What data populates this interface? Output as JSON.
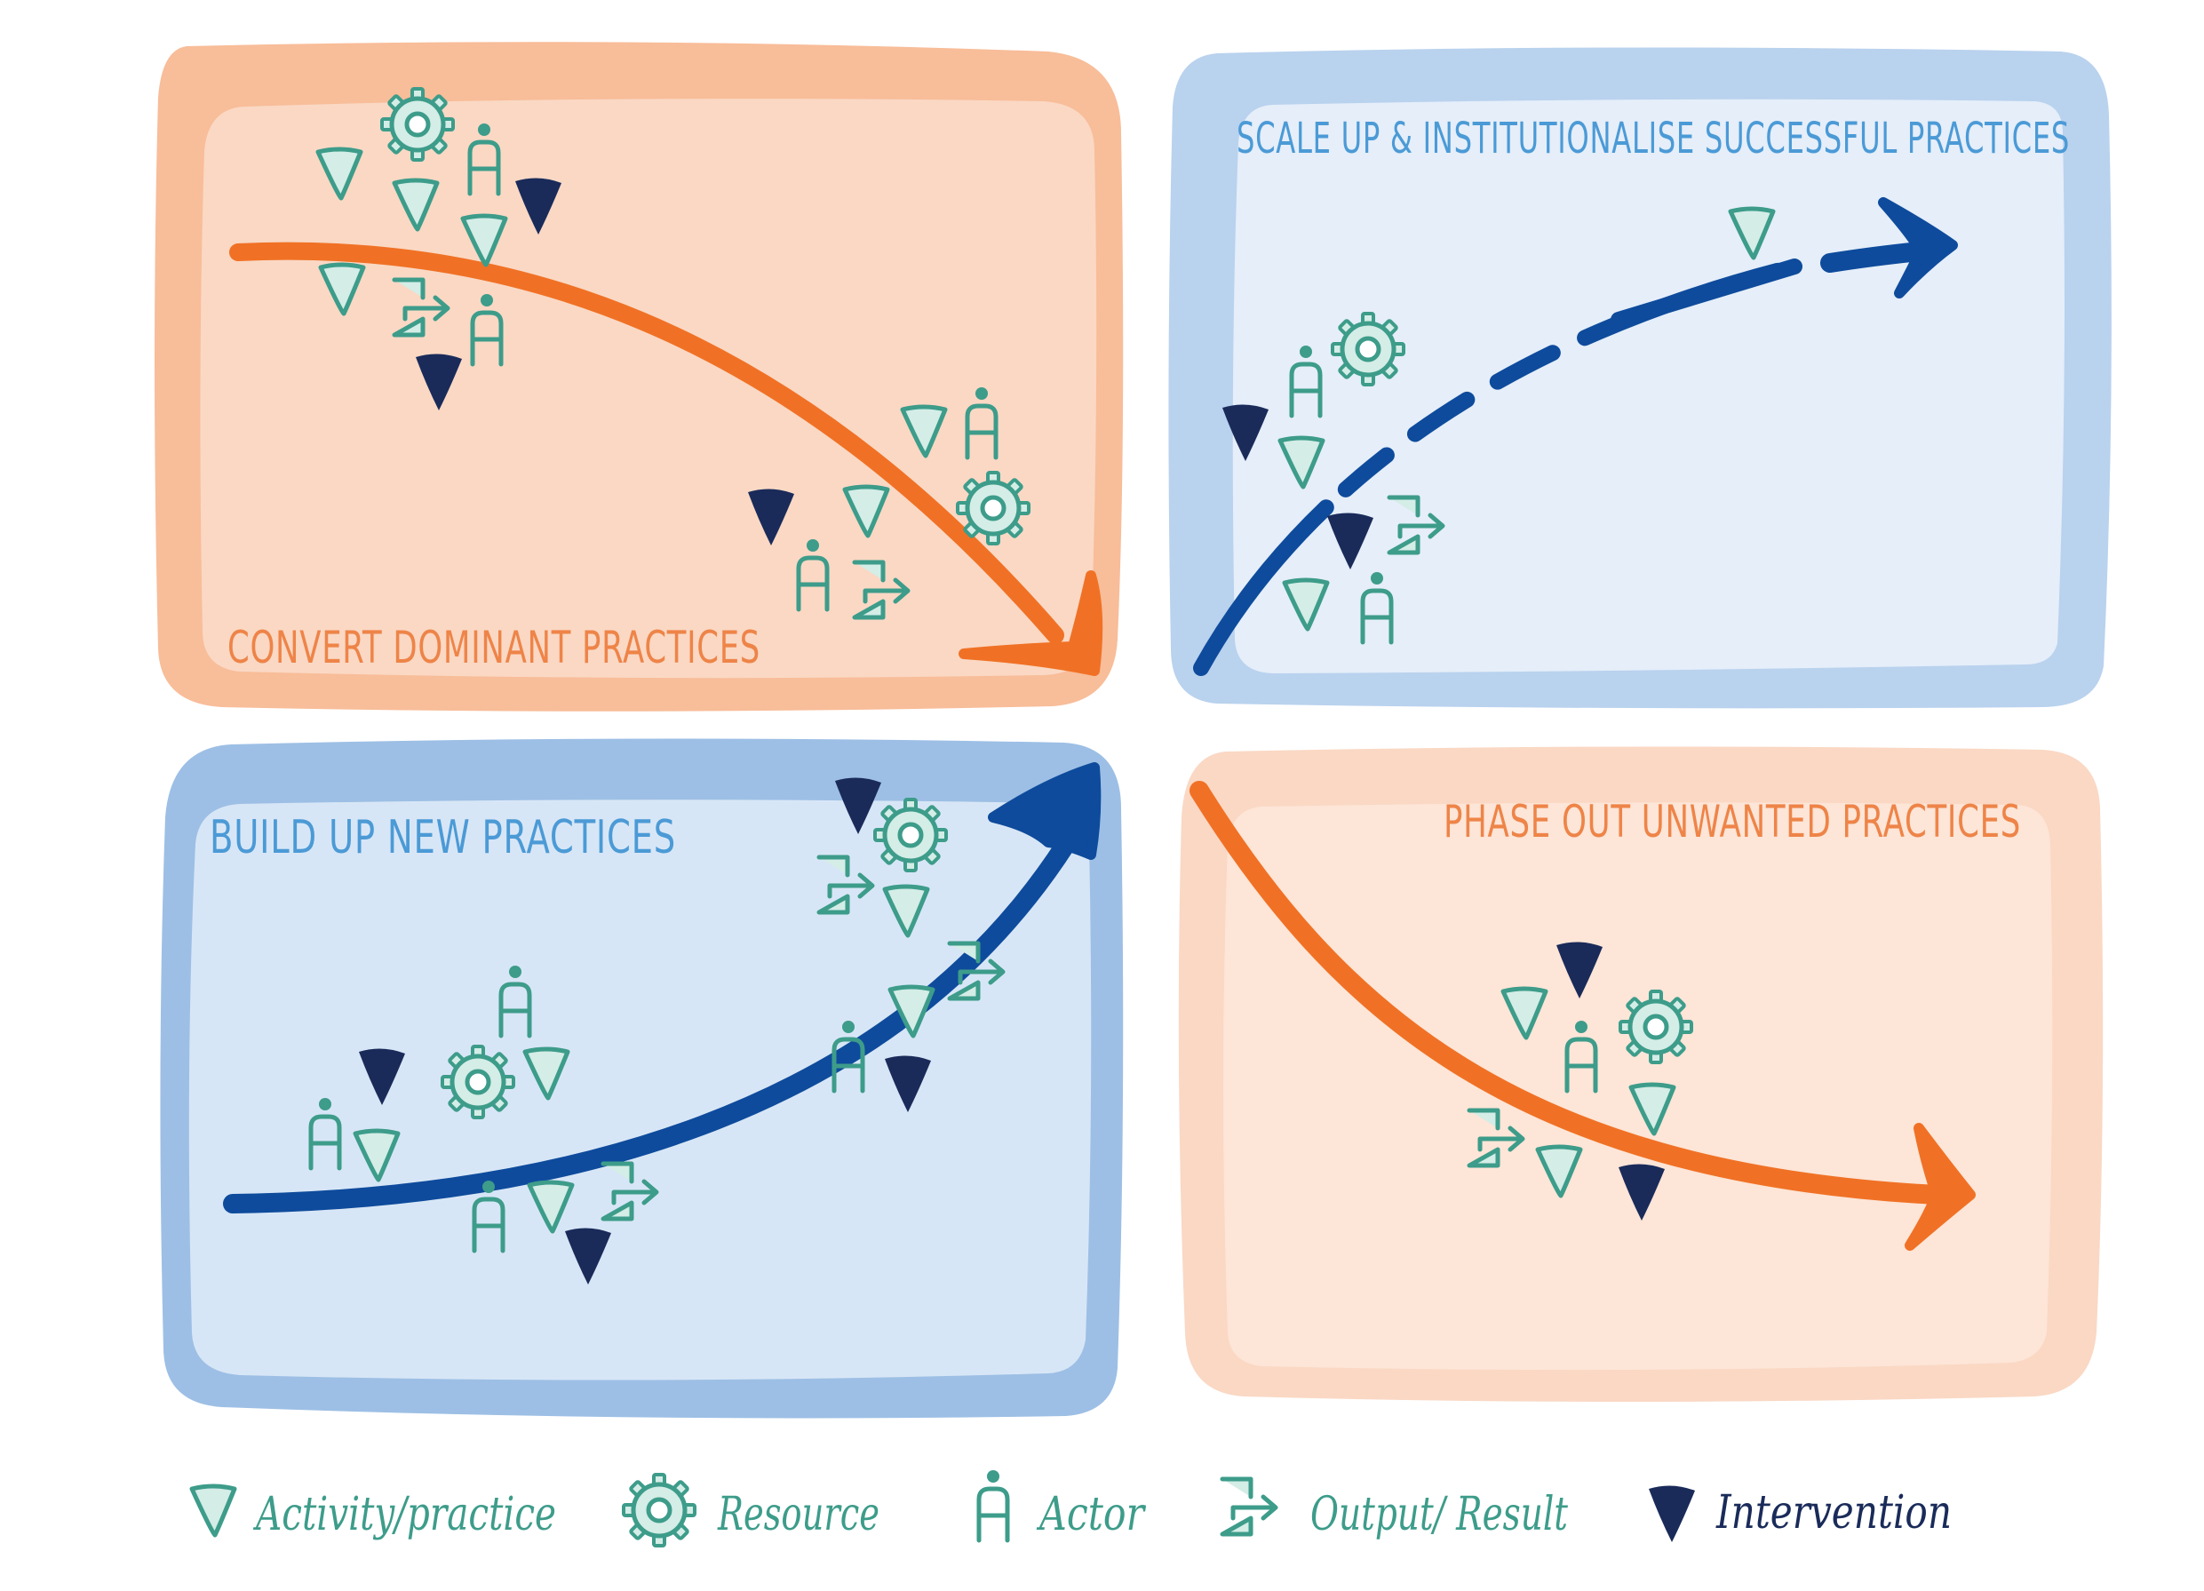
{
  "colors": {
    "orange_frame": "#f8bd99",
    "orange_fill": "#fad8c4",
    "orange_fill_light": "#fde5d7",
    "orange_arrow": "#f07125",
    "orange_text": "#ee8448",
    "blue_frame_light": "#b9d2ee",
    "blue_fill_light": "#e5eef9",
    "blue_frame": "#9dbfe5",
    "blue_fill": "#d7e6f6",
    "blue_arrow": "#0e4b9c",
    "blue_text": "#4b9ad6",
    "teal": "#3d9c8a",
    "teal_fill": "#d4ede6",
    "navy": "#1a2b5a"
  },
  "quadrants": [
    {
      "id": "top-left",
      "title": "CONVERT DOMINANT PRACTICES"
    },
    {
      "id": "top-right",
      "title": "SCALE UP & INSTITUTIONALISE SUCCESSFUL PRACTICES"
    },
    {
      "id": "bottom-left",
      "title": "BUILD UP NEW PRACTICES"
    },
    {
      "id": "bottom-right",
      "title": "PHASE OUT UNWANTED PRACTICES"
    }
  ],
  "legend": [
    {
      "icon": "activity-practice-icon",
      "label": "Activity/practice"
    },
    {
      "icon": "resource-gear-icon",
      "label": "Resource"
    },
    {
      "icon": "actor-icon",
      "label": "Actor"
    },
    {
      "icon": "output-result-icon",
      "label": "Output/ Result"
    },
    {
      "icon": "intervention-icon",
      "label": "Intervention"
    }
  ]
}
